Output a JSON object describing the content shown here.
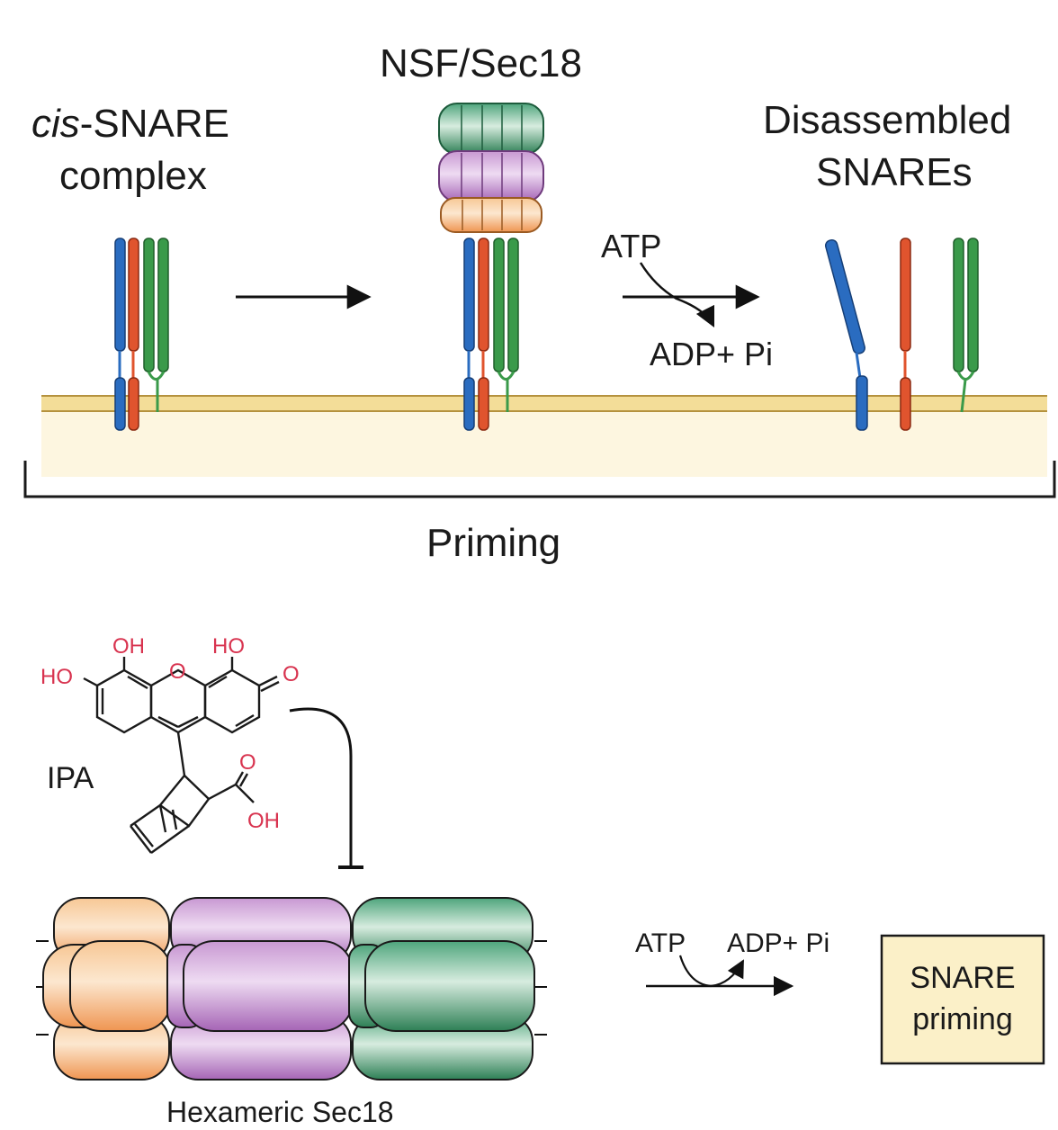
{
  "top_panel": {
    "cis_label_italic": "cis",
    "cis_label_rest": "-SNARE",
    "cis_label_line2": "complex",
    "nsf_label": "NSF/Sec18",
    "disassembled_line1": "Disassembled",
    "disassembled_line2": "SNAREs",
    "atp_label": "ATP",
    "adp_label": "ADP+ Pi",
    "priming_label": "Priming"
  },
  "bottom_panel": {
    "ipa_label": "IPA",
    "oh_top_left": "OH",
    "ho_top_right": "HO",
    "ho_left": "HO",
    "ring_o": "O",
    "ketone_o": "O",
    "acid_o": "O",
    "acid_oh": "OH",
    "hexamer_label": "Hexameric Sec18",
    "atp_label": "ATP",
    "adp_label": "ADP+ Pi",
    "snare_priming_line1": "SNARE",
    "snare_priming_line2": "priming"
  },
  "colors": {
    "snare_blue": "#2a6cc0",
    "snare_red": "#e0542e",
    "snare_green": "#3a9a4a",
    "membrane_band": "#f3dd98",
    "membrane_fill": "#fdf6e0",
    "hex_orange": "#f3a463",
    "hex_purple": "#b57ac4",
    "hex_green": "#3c9a6e",
    "box_fill": "#fbf0c8",
    "chem_red": "#d8334f"
  }
}
